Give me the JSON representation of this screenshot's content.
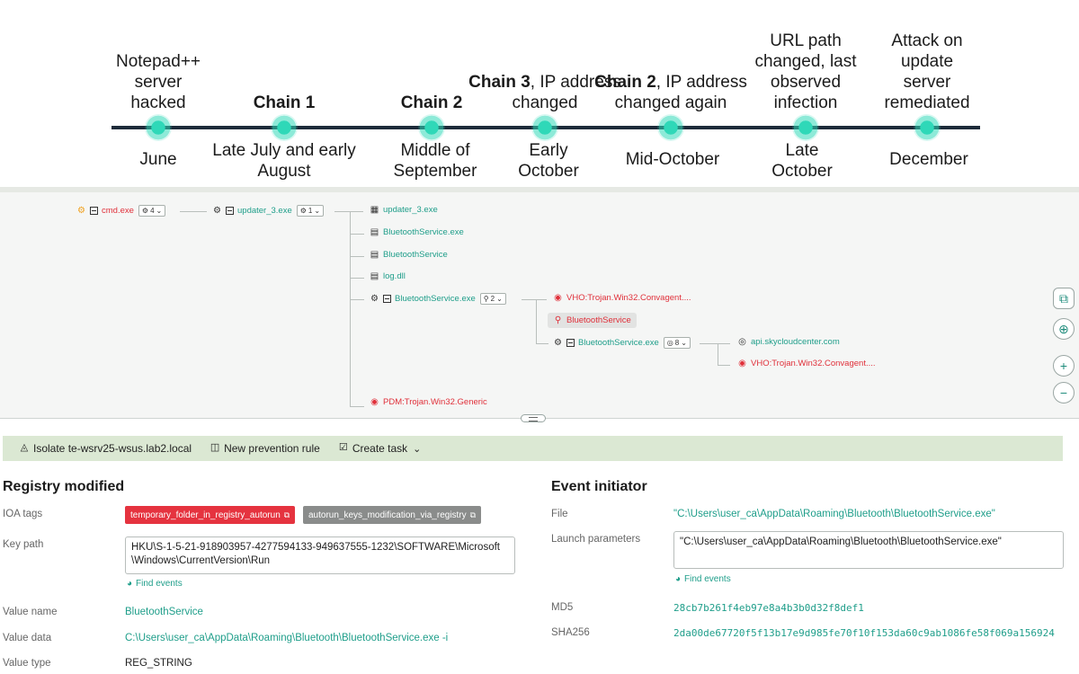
{
  "timeline": {
    "events": [
      {
        "top_bold": "",
        "top_rest": "Notepad++ server hacked",
        "bottom": "June"
      },
      {
        "top_bold": "Chain 1",
        "top_rest": "",
        "bottom": "Late July and early August"
      },
      {
        "top_bold": "Chain 2",
        "top_rest": "",
        "bottom": "Middle of September"
      },
      {
        "top_bold": "Chain 3",
        "top_rest": ", IP address changed",
        "bottom": "Early October"
      },
      {
        "top_bold": "Chain 2",
        "top_rest": ", IP address changed again",
        "bottom": "Mid-October"
      },
      {
        "top_bold": "",
        "top_rest": "URL path changed, last observed infection",
        "bottom": "Late October"
      },
      {
        "top_bold": "",
        "top_rest": "Attack on update server remediated",
        "bottom": "December"
      }
    ]
  },
  "graph": {
    "root": {
      "label": "cmd.exe",
      "badge": "4"
    },
    "child": {
      "label": "updater_3.exe",
      "badge": "1"
    },
    "children": [
      {
        "label": "updater_3.exe"
      },
      {
        "label": "BluetoothService.exe"
      },
      {
        "label": "BluetoothService"
      },
      {
        "label": "log.dll"
      },
      {
        "label": "BluetoothService.exe",
        "badge": "2"
      },
      {
        "label": "PDM:Trojan.Win32.Generic"
      }
    ],
    "sub": {
      "detect": "VHO:Trojan.Win32.Convagent....",
      "registry": "BluetoothService",
      "proc": {
        "label": "BluetoothService.exe",
        "badge": "8"
      },
      "domain": "api.skycloudcenter.com",
      "detect2": "VHO:Trojan.Win32.Convagent...."
    },
    "icons": {
      "root": "gear-icon",
      "proc": "gear-icon",
      "file": "file-icon",
      "exe": "executable-icon",
      "detect": "detection-icon",
      "registry": "key-icon",
      "network": "globe-icon"
    }
  },
  "actions": {
    "isolate": "Isolate te-wsrv25-wsus.lab2.local",
    "prevention": "New prevention rule",
    "task": "Create task"
  },
  "registry": {
    "title": "Registry modified",
    "ioa_label": "IOA tags",
    "tags": [
      "temporary_folder_in_registry_autorun",
      "autorun_keys_modification_via_registry"
    ],
    "key_path_label": "Key path",
    "key_path": "HKU\\S-1-5-21-918903957-4277594133-949637555-1232\\SOFTWARE\\Microsoft \\Windows\\CurrentVersion\\Run",
    "find_events": "Find events",
    "value_name_label": "Value name",
    "value_name": "BluetoothService",
    "value_data_label": "Value data",
    "value_data": "C:\\Users\\user_ca\\AppData\\Roaming\\Bluetooth\\BluetoothService.exe -i",
    "value_type_label": "Value type",
    "value_type": "REG_STRING"
  },
  "initiator": {
    "title": "Event initiator",
    "file_label": "File",
    "file": "\"C:\\Users\\user_ca\\AppData\\Roaming\\Bluetooth\\BluetoothService.exe\"",
    "launch_label": "Launch parameters",
    "launch": "\"C:\\Users\\user_ca\\AppData\\Roaming\\Bluetooth\\BluetoothService.exe\"",
    "find_events": "Find events",
    "md5_label": "MD5",
    "md5": "28cb7b261f4eb97e8a4b3b0d32f8def1",
    "sha256_label": "SHA256",
    "sha256": "2da00de67720f5f13b17e9d985fe70f10f153da60c9ab1086fe58f069a156924"
  },
  "colors": {
    "accent": "#1f9e8a",
    "danger": "#e5333f",
    "timeline_dot": "#2fd8b8",
    "action_bar": "#dbe8d3"
  }
}
